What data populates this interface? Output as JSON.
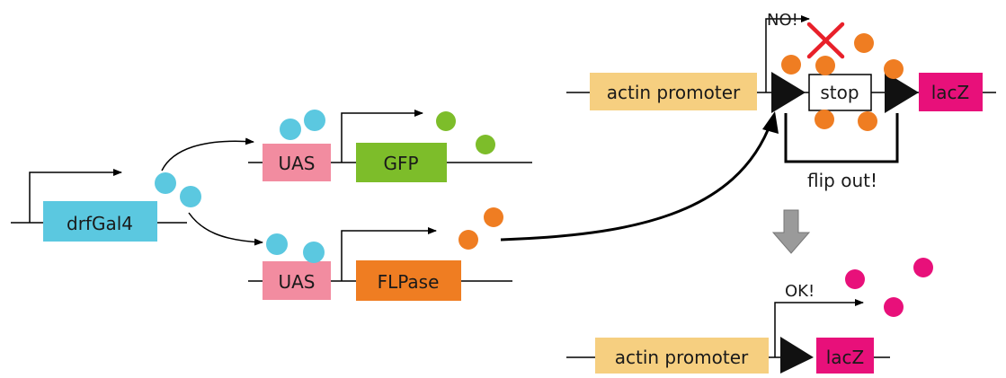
{
  "labels": {
    "drfgal4": "drfGal4",
    "uas_top": "UAS",
    "gfp": "GFP",
    "uas_bottom": "UAS",
    "flpase": "FLPase",
    "actin_top": "actin promoter",
    "stop": "stop",
    "lacz_top": "lacZ",
    "no": "NO!",
    "flip_out": "flip out!",
    "ok": "OK!",
    "actin_bottom": "actin promoter",
    "lacz_bottom": "lacZ"
  },
  "colors": {
    "gal4_box": "#5bc8e0",
    "uas_box": "#f28ca0",
    "gfp_box": "#7dbd2a",
    "flpase_box": "#ef7d22",
    "actin_box": "#f6cf80",
    "lacz_box": "#e8107a",
    "gal4_dot": "#5bc8e0",
    "gfp_dot": "#7dbd2a",
    "flp_dot": "#ef7d22",
    "lacz_dot": "#e8107a",
    "no_cross": "#e8202a",
    "down_arrow": "#9a9a9a"
  }
}
